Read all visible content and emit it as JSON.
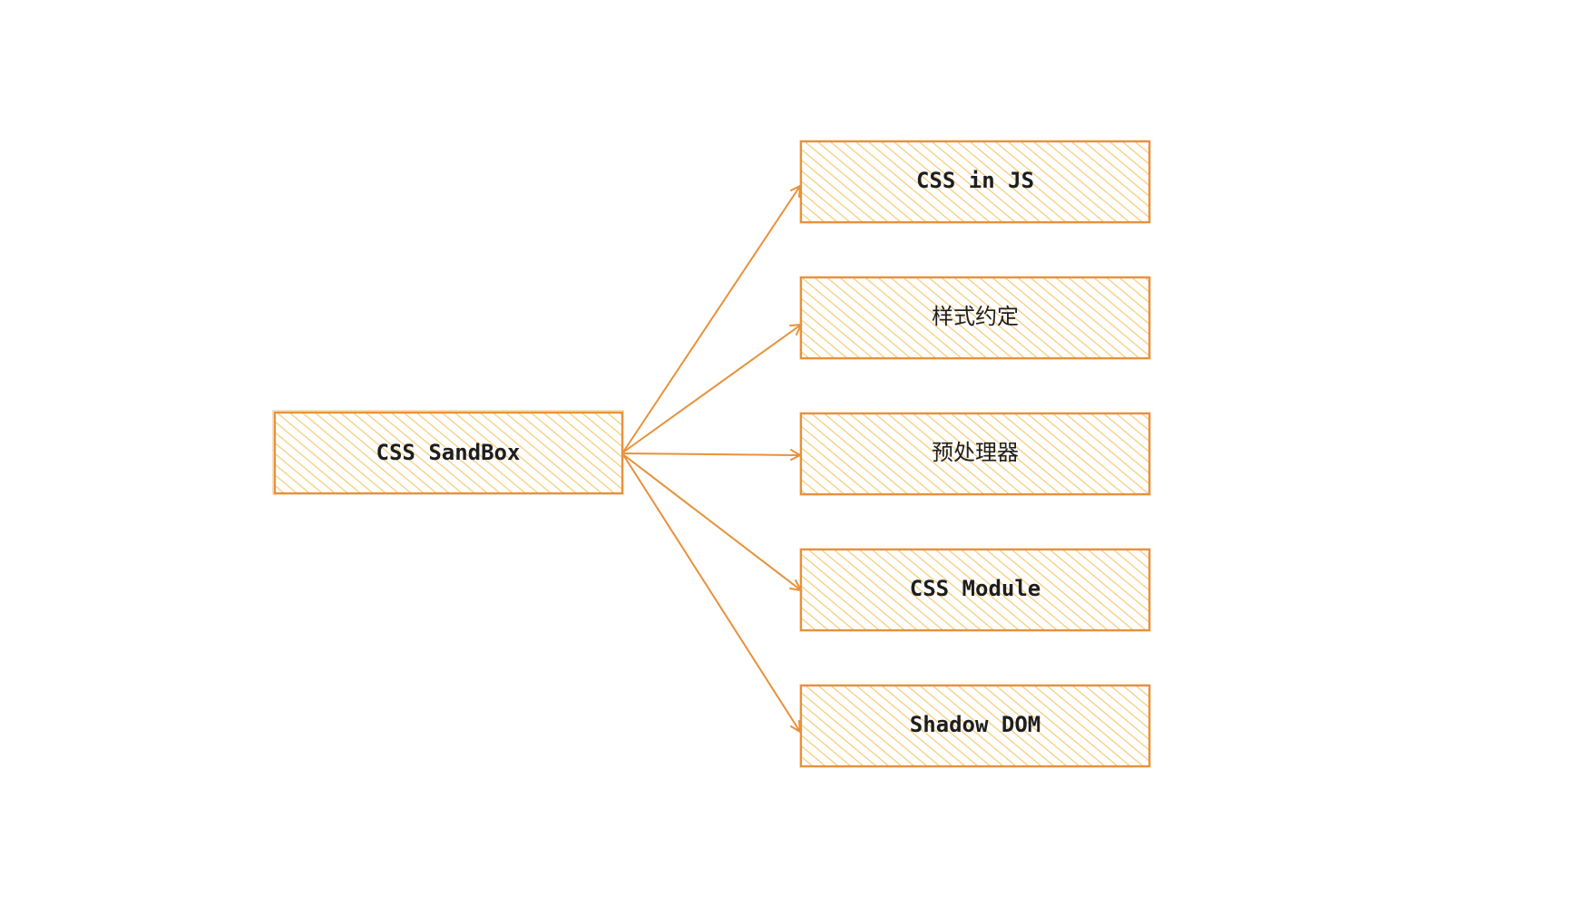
{
  "diagram": {
    "colors": {
      "stroke": "#e8913a",
      "fill": "#f6c05a",
      "text": "#1e1e1e",
      "background": "#ffffff"
    },
    "source": {
      "label": "CSS SandBox"
    },
    "targets": [
      {
        "label": "CSS in JS"
      },
      {
        "label": "样式约定"
      },
      {
        "label": "预处理器"
      },
      {
        "label": "CSS Module"
      },
      {
        "label": "Shadow DOM"
      }
    ]
  }
}
